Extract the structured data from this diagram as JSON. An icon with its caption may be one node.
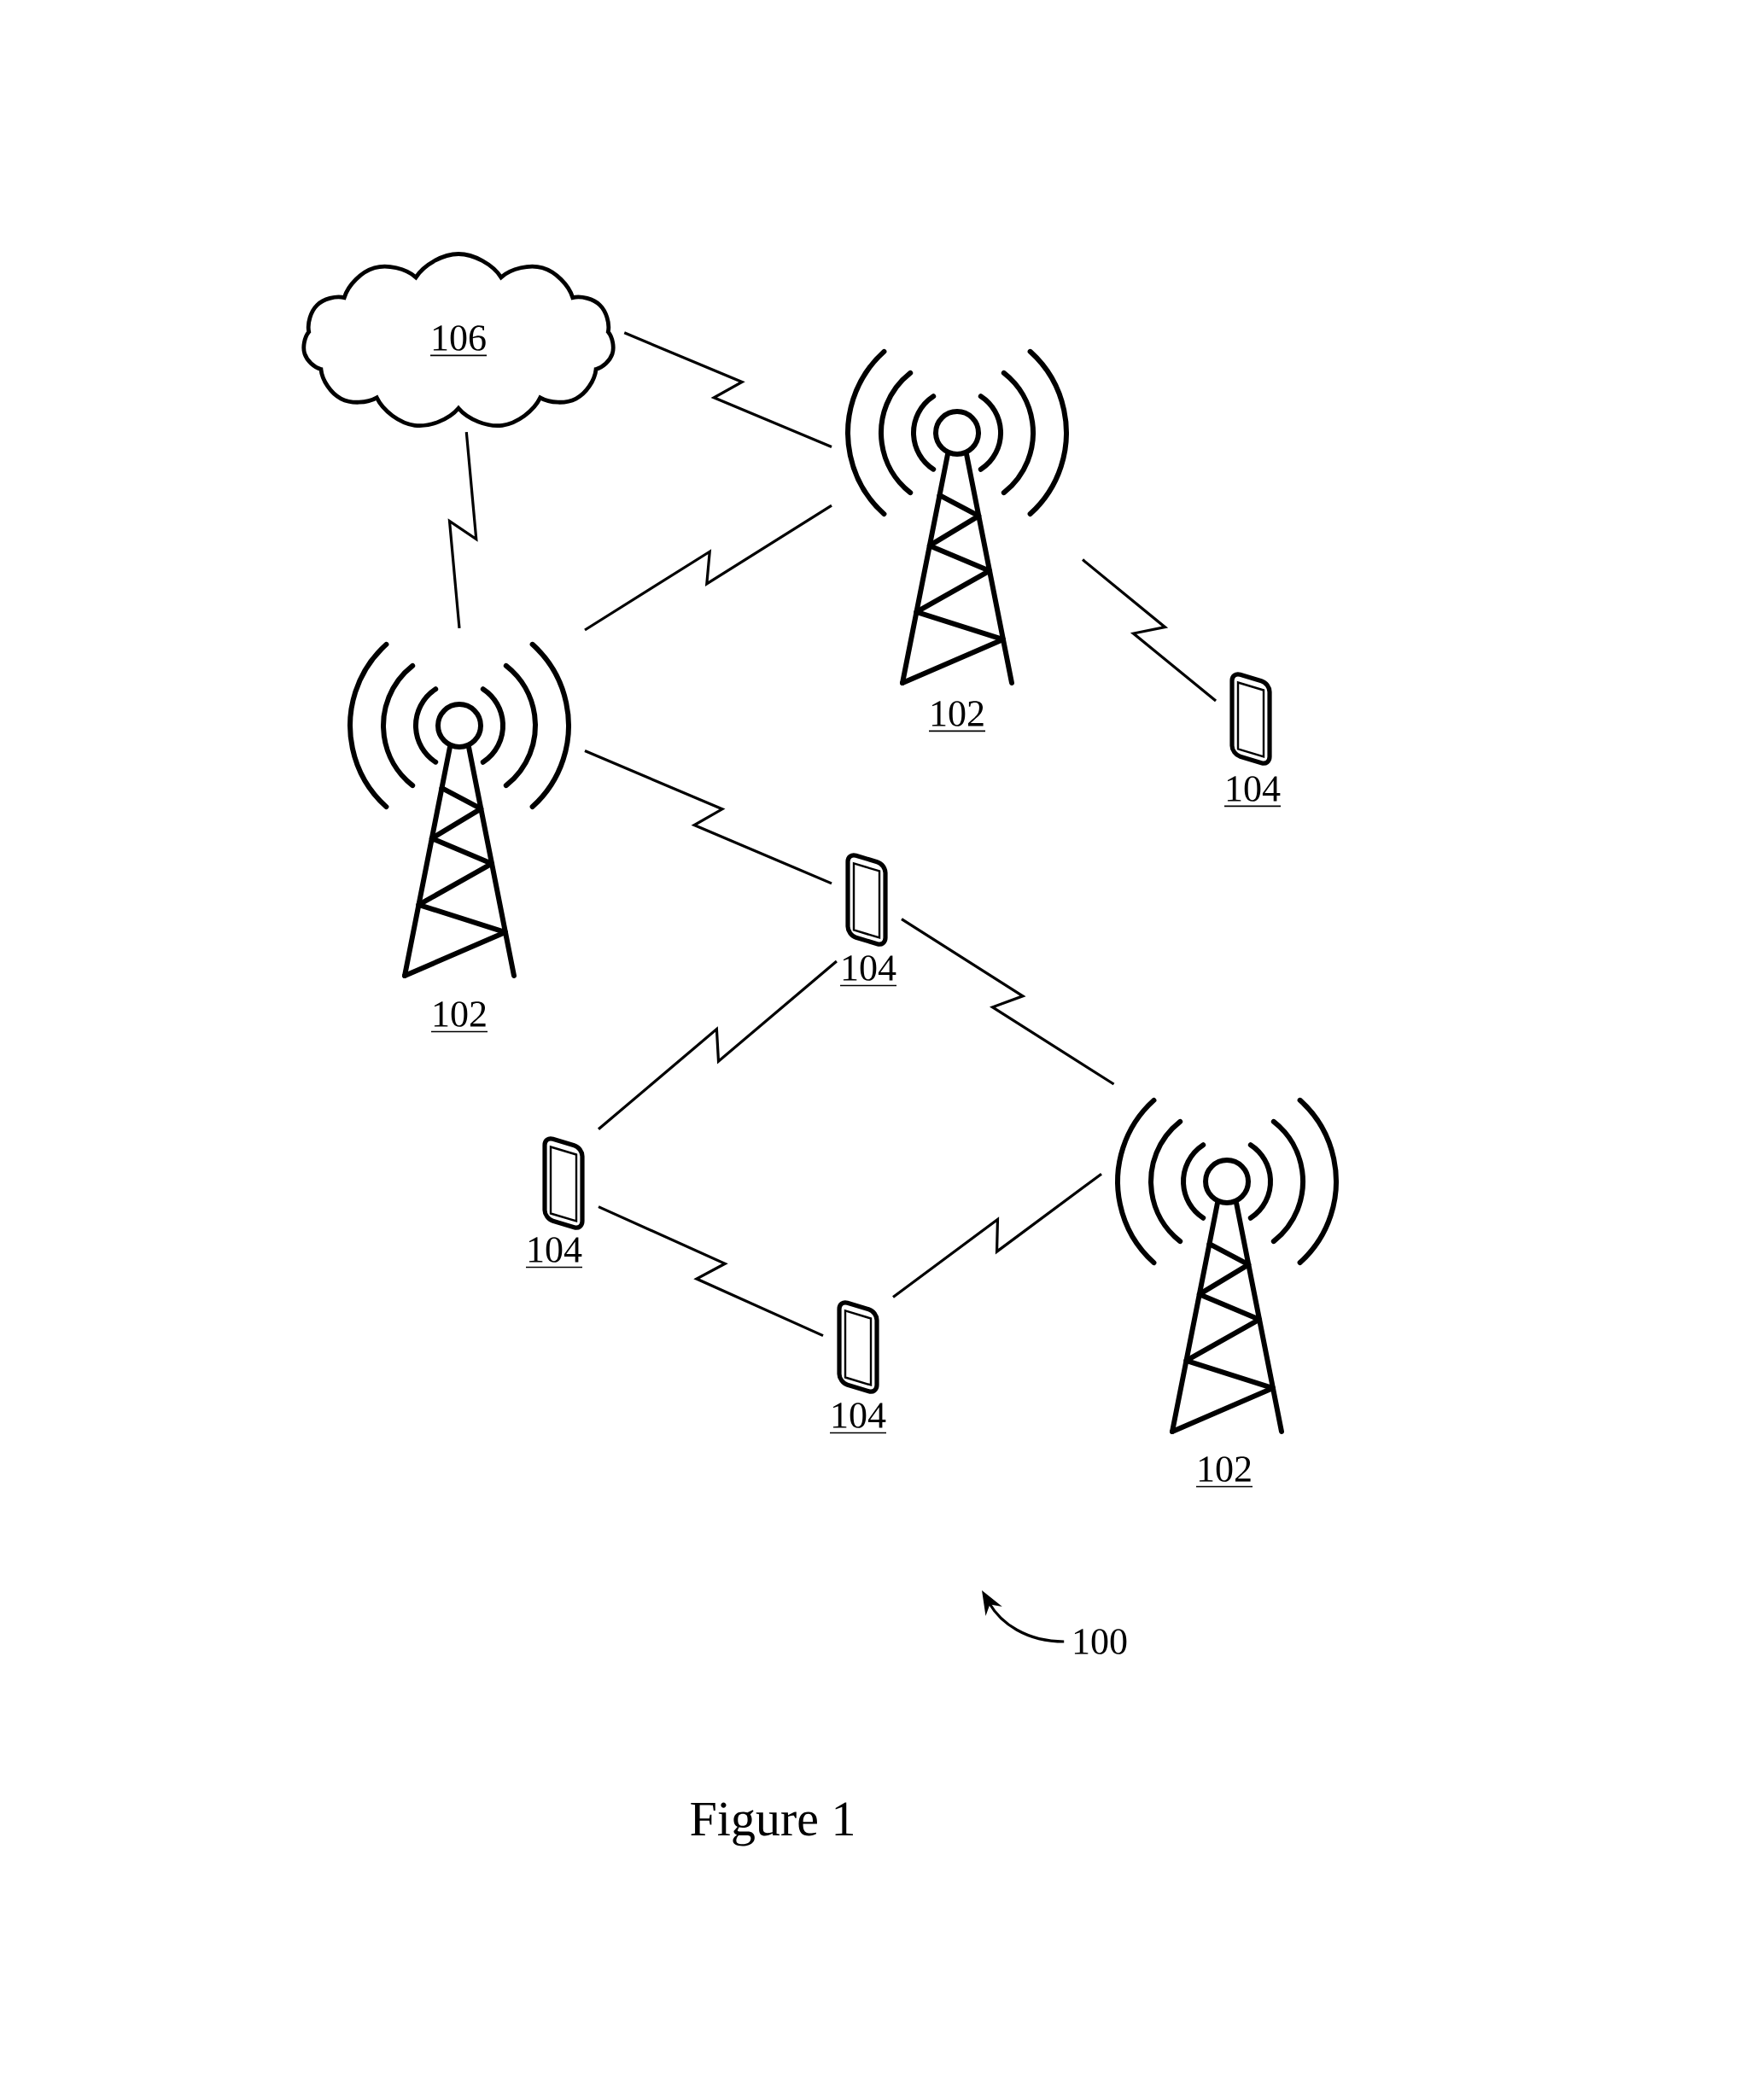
{
  "diagram": {
    "caption": "Figure 1",
    "nodes": [
      {
        "text": [
          "106"
        ]
      },
      {
        "text": [],
        "shape": "picture",
        "beside": [
          "102"
        ]
      },
      {
        "text": [],
        "shape": "picture",
        "beside": [
          "102"
        ]
      },
      {
        "text": [],
        "shape": "picture",
        "beside": [
          "104"
        ]
      },
      {
        "text": [],
        "shape": "picture",
        "beside": [
          "104"
        ]
      },
      {
        "text": [],
        "shape": "picture",
        "beside": [
          "104"
        ]
      },
      {
        "text": [],
        "shape": "picture",
        "beside": [
          "102"
        ]
      },
      {
        "text": [],
        "shape": "picture",
        "beside": [
          "104"
        ]
      },
      {
        "text": [
          "100"
        ]
      }
    ],
    "edges": [
      {
        "from": 0,
        "to": 1,
        "arrow": "none"
      },
      {
        "from": 0,
        "to": 2,
        "arrow": "none"
      },
      {
        "from": 2,
        "to": 1,
        "arrow": "none"
      },
      {
        "from": 1,
        "to": 3,
        "arrow": "none"
      },
      {
        "from": 2,
        "to": 4,
        "arrow": "none"
      },
      {
        "from": 4,
        "to": 6,
        "arrow": "none"
      },
      {
        "from": 4,
        "to": 5,
        "arrow": "none"
      },
      {
        "from": 5,
        "to": 7,
        "arrow": "none"
      },
      {
        "from": 7,
        "to": 6,
        "arrow": "none"
      },
      {
        "from": 8,
        "to": null,
        "arrow": "to"
      }
    ]
  }
}
